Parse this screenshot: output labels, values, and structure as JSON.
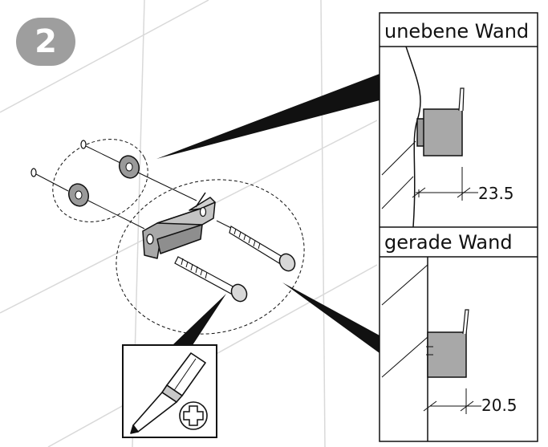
{
  "step": {
    "number": "2"
  },
  "panels": [
    {
      "title": "unebene Wand",
      "dimension": "23.5"
    },
    {
      "title": "gerade Wand",
      "dimension": "20.5"
    }
  ],
  "icons": {
    "screwdriver": "screwdriver-icon",
    "phillips": "phillips-head-icon"
  },
  "colors": {
    "background": "#ffffff",
    "wall_lines": "#d9d9d9",
    "badge": "#9e9e9e",
    "outline": "#111111",
    "part_fill": "#a8a8a8"
  }
}
